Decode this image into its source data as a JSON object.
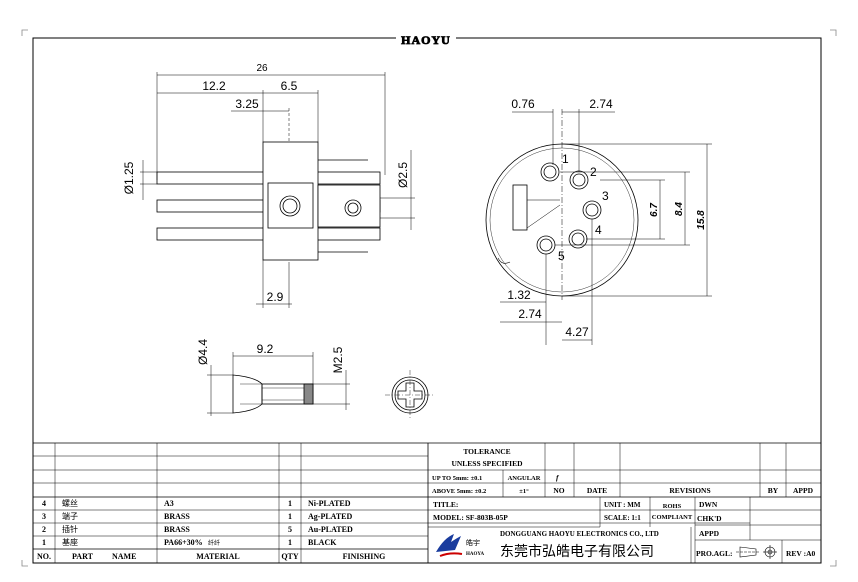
{
  "header": {
    "logo_text": "HAOYU"
  },
  "front_view": {
    "dims": {
      "overall": "26",
      "d1": "12.2",
      "d2": "6.5",
      "d3": "3.25",
      "pin_dia": "Ø1.25",
      "flange_dia": "Ø2.5",
      "bottom": "2.9"
    }
  },
  "end_view": {
    "dims": {
      "top_a": "0.76",
      "top_b": "2.74",
      "h_small": "6.7",
      "h_mid": "8.4",
      "h_large": "15.8",
      "b1": "1.32",
      "b2": "2.74",
      "b3": "4.27"
    },
    "pins": [
      "1",
      "2",
      "3",
      "4",
      "5"
    ]
  },
  "screw_view": {
    "dims": {
      "head_dia": "Ø4.4",
      "length": "9.2",
      "thread": "M2.5"
    }
  },
  "bom": {
    "headers": {
      "no": "NO.",
      "part": "PART",
      "name": "NAME",
      "material": "MATERIAL",
      "qty": "QTY",
      "finishing": "FINISHING"
    },
    "rows": [
      {
        "no": "4",
        "name": "螺丝",
        "material": "A3",
        "qty": "1",
        "finishing": "Ni-PLATED"
      },
      {
        "no": "3",
        "name": "端子",
        "material": "BRASS",
        "qty": "1",
        "finishing": "Ag-PLATED"
      },
      {
        "no": "2",
        "name": "插针",
        "material": "BRASS",
        "qty": "5",
        "finishing": "Au-PLATED"
      },
      {
        "no": "1",
        "name": "基座",
        "material": "PA66+30%",
        "material_suffix": "纤纤",
        "qty": "1",
        "finishing": "BLACK"
      }
    ]
  },
  "title_block": {
    "tolerance": "TOLERANCE",
    "unless": "UNLESS   SPECIFIED",
    "up_to": "UP TO 5mm: ±0.1",
    "above": "ABOVE 5mm: ±0.2",
    "angular": "ANGULAR",
    "angular_val": "±1°",
    "f_mark": "f",
    "no": "NO",
    "date": "DATE",
    "revisions": "REVISIONS",
    "by": "BY",
    "appd": "APPD",
    "title_label": "TITLE:",
    "unit": "UNIT : MM",
    "rohs": "ROHS",
    "compliant": "COMPLIANT",
    "dwn": "DWN",
    "model": "MODEL:  SF-803B-05P",
    "scale": "SCALE:  1:1",
    "chkd": "CHK'D",
    "company_en": "DONGGUANG HAOYU ELECTRONICS CO., LTD",
    "appd2": "APPD",
    "company_cn": "东莞市弘皓电子有限公司",
    "logo_cn": "皓宇",
    "logo_en": "HAOYA",
    "proj": "PRO.AGL:",
    "rev": "REV :A0"
  }
}
